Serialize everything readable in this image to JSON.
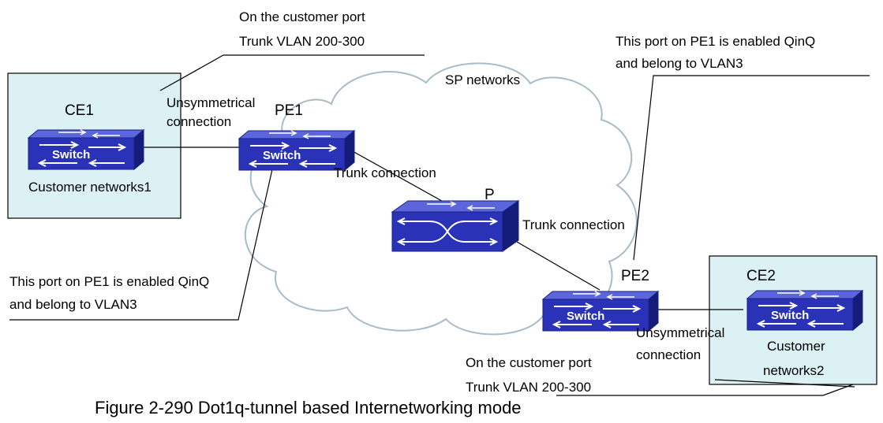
{
  "caption": "Figure 2-290 Dot1q-tunnel based Internetworking mode",
  "cloud_label": "SP networks",
  "devices": {
    "ce1": {
      "name": "CE1",
      "switch_label": "Switch",
      "network": "Customer networks1"
    },
    "pe1": {
      "name": "PE1",
      "switch_label": "Switch"
    },
    "p": {
      "name": "P"
    },
    "pe2": {
      "name": "PE2",
      "switch_label": "Switch"
    },
    "ce2": {
      "name": "CE2",
      "switch_label": "Switch",
      "network_line1": "Customer",
      "network_line2": "networks2"
    }
  },
  "connections": {
    "ce1_unsym_line1": "Unsymmetrical",
    "ce1_unsym_line2": "connection",
    "pe1_p_trunk": "Trunk connection",
    "p_pe2_trunk": "Trunk connection",
    "ce2_unsym_line1": "Unsymmetrical",
    "ce2_unsym_line2": "connection"
  },
  "callouts": {
    "top_customer_port_line1": "On the customer port",
    "top_customer_port_line2": "Trunk VLAN 200-300",
    "right_qinq_line1": "This port on PE1 is enabled QinQ",
    "right_qinq_line2": "and belong to VLAN3",
    "left_qinq_line1": "This port on PE1 is enabled QinQ",
    "left_qinq_line2": "and belong to VLAN3",
    "bottom_customer_port_line1": "On the customer port",
    "bottom_customer_port_line2": "Trunk VLAN 200-300"
  },
  "colors": {
    "customer_box_fill": "#dcf1f4",
    "switch_front": "#2a33b8",
    "switch_top": "#5b66dd",
    "switch_side": "#141c7a"
  }
}
